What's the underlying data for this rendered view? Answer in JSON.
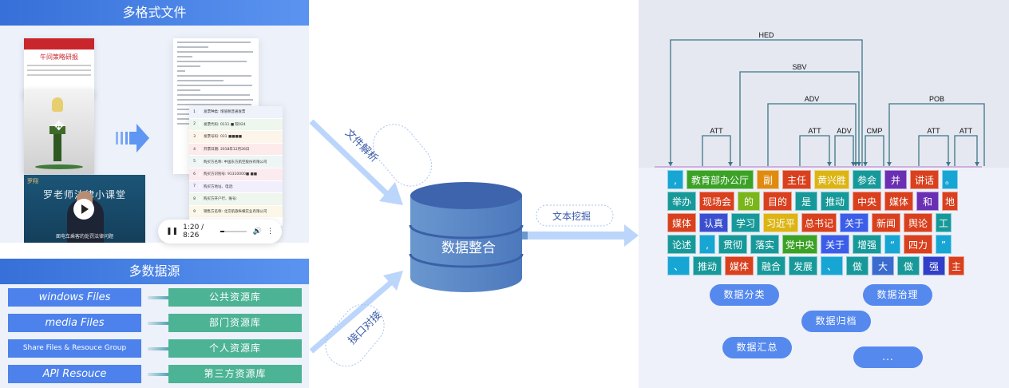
{
  "formats_panel": {
    "title": "多格式文件",
    "newspaper_title": "午间策略研报",
    "video": {
      "logo": "罗翔",
      "title": "罗老师法律小课堂",
      "subtitle": "面电车乘客的处罚法律问题"
    },
    "invoice_rows": [
      {
        "n": "1",
        "text": "发票种类: 增值税普通发票",
        "color": "#eef2fb"
      },
      {
        "n": "2",
        "text": "发票代码: 0111 ■ 院024",
        "color": "#eef7ee"
      },
      {
        "n": "3",
        "text": "发票号码: 031 ■■■■",
        "color": "#fdf5ea"
      },
      {
        "n": "4",
        "text": "开票日期: 2018年12月26日",
        "color": "#fdeaea"
      },
      {
        "n": "5",
        "text": "购买方名称: 中国东方航空股份有限公司",
        "color": "#eef5f5"
      },
      {
        "n": "6",
        "text": "购买方识别号: 91310000■  ■■",
        "color": "#fcebee"
      },
      {
        "n": "7",
        "text": "购买方地址、电话:",
        "color": "#f1effb"
      },
      {
        "n": "8",
        "text": "购买方开户行、账号:",
        "color": "#eef6ee"
      },
      {
        "n": "9",
        "text": "销售方名称: 北京航旅纵横实业有限公司",
        "color": "#fdf7e8"
      }
    ],
    "player": {
      "pause_icon": "pause-icon",
      "time": "1:20 / 8:26",
      "progress": 0.16,
      "volume_icon": "volume-icon",
      "more_icon": "more-vertical-icon"
    }
  },
  "sources_panel": {
    "title": "多数据源",
    "rows": [
      {
        "source": "windows Files",
        "target": "公共资源库",
        "small": false
      },
      {
        "source": "media Files",
        "target": "部门资源库",
        "small": false
      },
      {
        "source": "Share Files & Resouce Group",
        "target": "个人资源库",
        "small": true
      },
      {
        "source": "API Resouce",
        "target": "第三方资源库",
        "small": false
      }
    ]
  },
  "center": {
    "database_label": "数据整合",
    "flow_labels": {
      "file_parse": "文件解析",
      "api_dock": "接口对接",
      "text_mining": "文本挖掘"
    }
  },
  "dependency_parse": {
    "arcs": [
      {
        "label": "HED"
      },
      {
        "label": "SBV"
      },
      {
        "label": "ADV"
      },
      {
        "label": "POB"
      },
      {
        "label": "ATT"
      },
      {
        "label": "ATT"
      },
      {
        "label": "ADV"
      },
      {
        "label": "CMP"
      },
      {
        "label": "ATT"
      },
      {
        "label": "ATT"
      }
    ]
  },
  "tokens": {
    "rows": [
      [
        {
          "t": ",",
          "c": "#17a5d4",
          "w": 1
        },
        {
          "t": "教育部办公厅",
          "c": "#3ba226",
          "w": 5
        },
        {
          "t": "副",
          "c": "#e08a10",
          "w": 1.5
        },
        {
          "t": "主任",
          "c": "#d9401e",
          "w": 2
        },
        {
          "t": "黄兴胜",
          "c": "#dcb414",
          "w": 2.5
        },
        {
          "t": "参会",
          "c": "#17999a",
          "w": 2
        },
        {
          "t": "并",
          "c": "#6a2fb3",
          "w": 1.5
        },
        {
          "t": "讲话",
          "c": "#d9401e",
          "w": 2
        },
        {
          "t": "。",
          "c": "#17a5d4",
          "w": 1
        }
      ],
      [
        {
          "t": "举办",
          "c": "#17999a",
          "w": 2
        },
        {
          "t": "现场会",
          "c": "#d9401e",
          "w": 2.5
        },
        {
          "t": "的",
          "c": "#7ab51b",
          "w": 1.5
        },
        {
          "t": "目的",
          "c": "#d9401e",
          "w": 2
        },
        {
          "t": "是",
          "c": "#17999a",
          "w": 1.5
        },
        {
          "t": "推动",
          "c": "#17999a",
          "w": 2
        },
        {
          "t": "中央",
          "c": "#d9401e",
          "w": 2
        },
        {
          "t": "媒体",
          "c": "#d9401e",
          "w": 2
        },
        {
          "t": "和",
          "c": "#6a2fb3",
          "w": 1.5
        },
        {
          "t": "地",
          "c": "#d9401e",
          "w": 1
        }
      ],
      [
        {
          "t": "媒体",
          "c": "#d9401e",
          "w": 2
        },
        {
          "t": "认真",
          "c": "#3a4fcf",
          "w": 2
        },
        {
          "t": "学习",
          "c": "#17999a",
          "w": 2
        },
        {
          "t": "习近平",
          "c": "#dcb414",
          "w": 2.5
        },
        {
          "t": "总书记",
          "c": "#d9401e",
          "w": 2.5
        },
        {
          "t": "关于",
          "c": "#3b5de8",
          "w": 2
        },
        {
          "t": "新闻",
          "c": "#d9401e",
          "w": 2
        },
        {
          "t": "舆论",
          "c": "#d9401e",
          "w": 2
        },
        {
          "t": "工",
          "c": "#17999a",
          "w": 1
        }
      ],
      [
        {
          "t": "论述",
          "c": "#17999a",
          "w": 2
        },
        {
          "t": ",",
          "c": "#17a5d4",
          "w": 1
        },
        {
          "t": "贯彻",
          "c": "#17999a",
          "w": 2
        },
        {
          "t": "落实",
          "c": "#17999a",
          "w": 2
        },
        {
          "t": "党中央",
          "c": "#3ba226",
          "w": 2.5
        },
        {
          "t": "关于",
          "c": "#3b5de8",
          "w": 2
        },
        {
          "t": "增强",
          "c": "#17999a",
          "w": 2
        },
        {
          "t": "“",
          "c": "#17a5d4",
          "w": 1
        },
        {
          "t": "四力",
          "c": "#d9401e",
          "w": 2
        },
        {
          "t": "”",
          "c": "#17a5d4",
          "w": 1
        }
      ],
      [
        {
          "t": "、",
          "c": "#17a5d4",
          "w": 1.5
        },
        {
          "t": "推动",
          "c": "#17999a",
          "w": 2
        },
        {
          "t": "媒体",
          "c": "#d9401e",
          "w": 2
        },
        {
          "t": "融合",
          "c": "#17999a",
          "w": 2
        },
        {
          "t": "发展",
          "c": "#17999a",
          "w": 2
        },
        {
          "t": "、",
          "c": "#17a5d4",
          "w": 1.5
        },
        {
          "t": "做",
          "c": "#17999a",
          "w": 1.5
        },
        {
          "t": "大",
          "c": "#3a6bcf",
          "w": 1.5
        },
        {
          "t": "做",
          "c": "#17999a",
          "w": 1.5
        },
        {
          "t": "强",
          "c": "#2f3fc7",
          "w": 1.5
        },
        {
          "t": "主",
          "c": "#d9401e",
          "w": 1
        }
      ]
    ]
  },
  "actions": [
    {
      "label": "数据分类"
    },
    {
      "label": "数据治理"
    },
    {
      "label": "数据归档"
    },
    {
      "label": "数据汇总"
    },
    {
      "label": "..."
    }
  ],
  "colors": {
    "header_blue": "#4a82e8",
    "source_blue": "#4d82ec",
    "target_green": "#4cb394",
    "db_blue": "#5a87c6",
    "arrow_light": "#bcd6fb",
    "pill_blue": "#5589ee",
    "arc_line": "#3d7688"
  }
}
